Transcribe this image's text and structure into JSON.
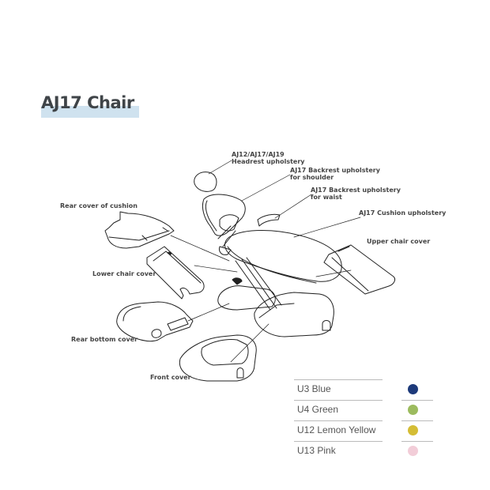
{
  "title": "AJ17 Chair",
  "labels": {
    "headrest_line1": "AJ12/AJ17/AJ19",
    "headrest_line2": "Headrest upholstery",
    "backrest_shoulder_line1": "AJ17 Backrest upholstery",
    "backrest_shoulder_line2": "for shoulder",
    "backrest_waist_line1": "AJ17 Backrest upholstery",
    "backrest_waist_line2": "for waist",
    "cushion": "AJ17 Cushion upholstery",
    "upper_chair_cover": "Upper chair cover",
    "rear_cover_cushion": "Rear cover of cushion",
    "lower_chair_cover": "Lower chair cover",
    "rear_bottom_cover": "Rear bottom cover",
    "front_cover": "Front cover"
  },
  "colors": [
    {
      "code": "U3",
      "name": "U3 Blue",
      "hex": "#1d3a7a"
    },
    {
      "code": "U4",
      "name": "U4 Green",
      "hex": "#9cbb5e"
    },
    {
      "code": "U12",
      "name": "U12 Lemon Yellow",
      "hex": "#d4bd35"
    },
    {
      "code": "U13",
      "name": "U13 Pink",
      "hex": "#f2cdd8"
    }
  ]
}
